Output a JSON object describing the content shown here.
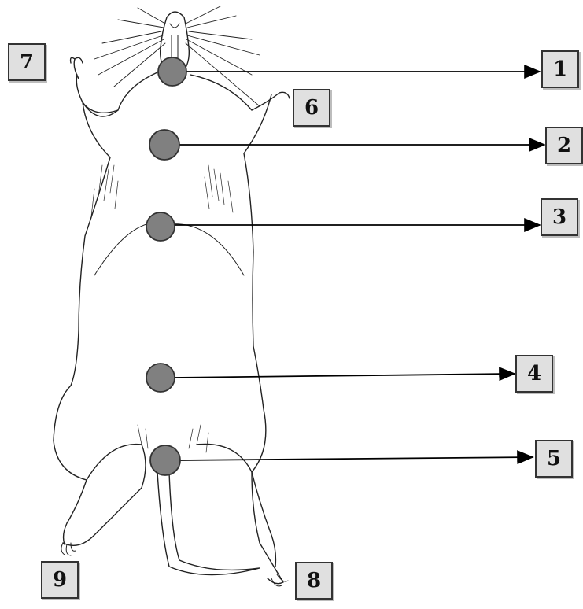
{
  "diagram": {
    "colors": {
      "marker_fill": "#808080",
      "marker_stroke": "#333333",
      "box_fill": "#e0e0e0",
      "line": "#000000"
    },
    "labels": {
      "n1": "1",
      "n2": "2",
      "n3": "3",
      "n4": "4",
      "n5": "5",
      "n6": "6",
      "n7": "7",
      "n8": "8",
      "n9": "9"
    }
  }
}
